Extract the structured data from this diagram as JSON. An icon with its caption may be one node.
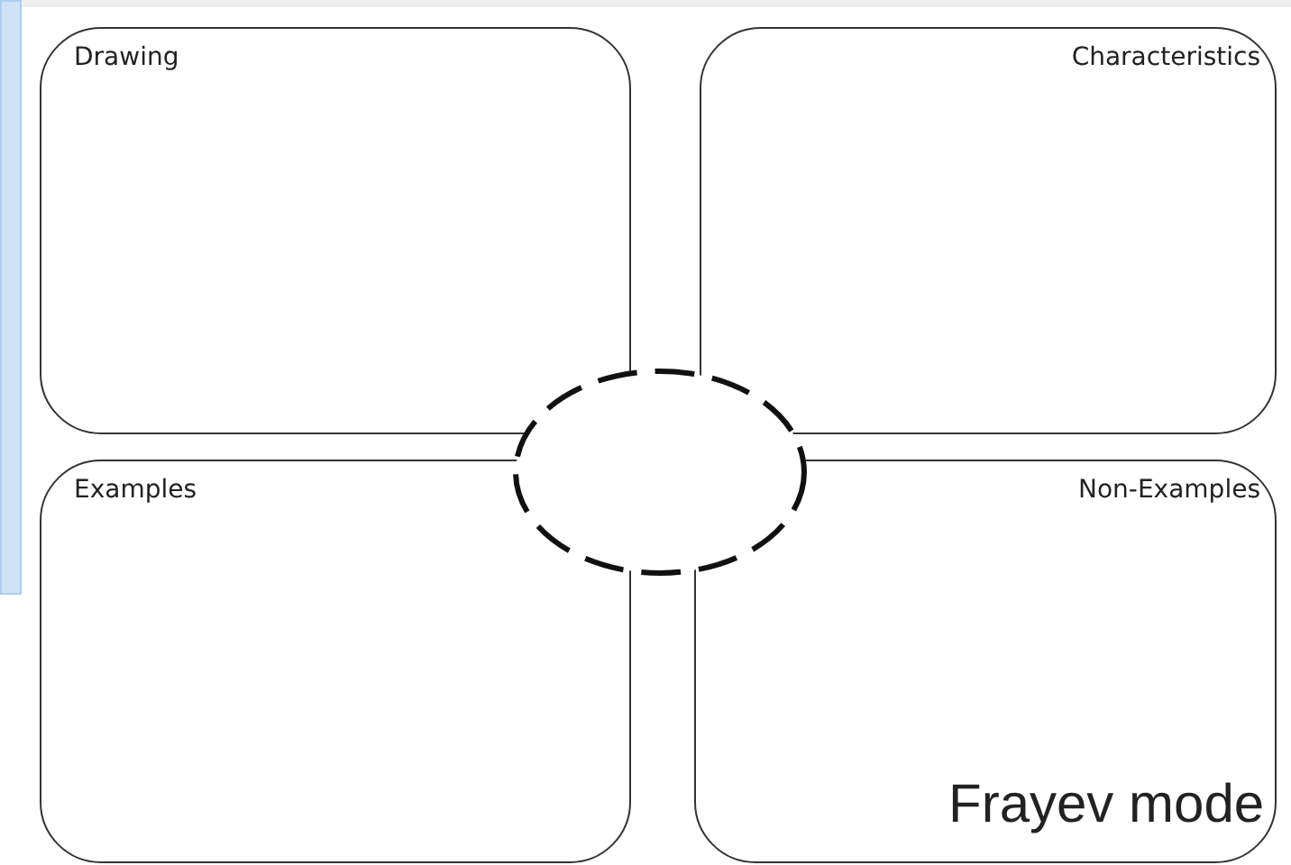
{
  "diagram": {
    "nodes": [
      {
        "text": [
          "Drawing"
        ]
      },
      {
        "text": [
          "Characteristics"
        ]
      },
      {
        "text": [
          "Examples"
        ]
      },
      {
        "text": [
          "Non-Examples"
        ]
      },
      {
        "text": [],
        "shape": "ellipse"
      },
      {
        "text": [],
        "shape": "bar"
      }
    ],
    "edges": [],
    "labels": [
      "Frayev mode"
    ]
  }
}
